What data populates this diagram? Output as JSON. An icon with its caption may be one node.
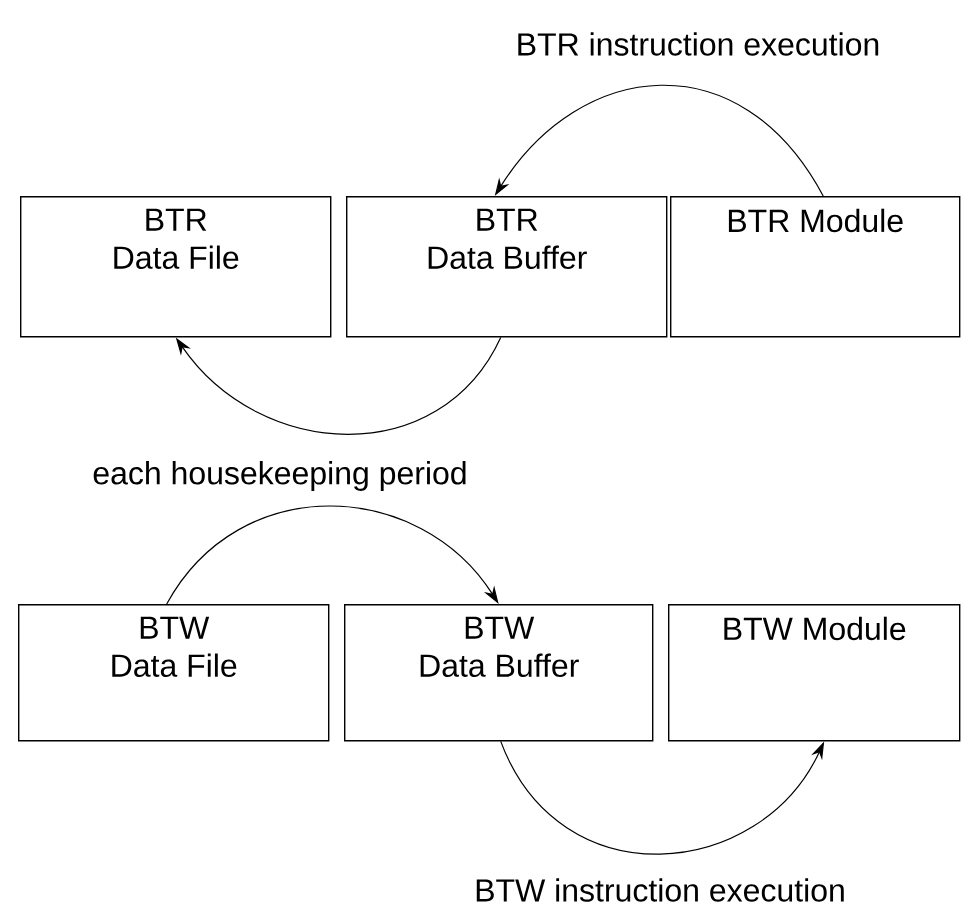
{
  "diagram": {
    "nodes": [
      {
        "text": [
          "BTR Data File"
        ]
      },
      {
        "text": [
          "BTR Data Buffer"
        ]
      },
      {
        "text": [
          "BTR Module"
        ]
      },
      {
        "text": [
          "BTW Data File"
        ]
      },
      {
        "text": [
          "BTW Data Buffer"
        ]
      },
      {
        "text": [
          "BTW Module"
        ]
      }
    ],
    "edges": [
      {
        "from": 2,
        "to": 1,
        "arrow": "to",
        "label": "BTR instruction execution"
      },
      {
        "from": 1,
        "to": 0,
        "arrow": "to"
      },
      {
        "from": 3,
        "to": 4,
        "arrow": "to"
      },
      {
        "from": 4,
        "to": 5,
        "arrow": "to",
        "label": "BTW instruction execution"
      }
    ],
    "labels": [
      "each housekeeping period"
    ]
  }
}
